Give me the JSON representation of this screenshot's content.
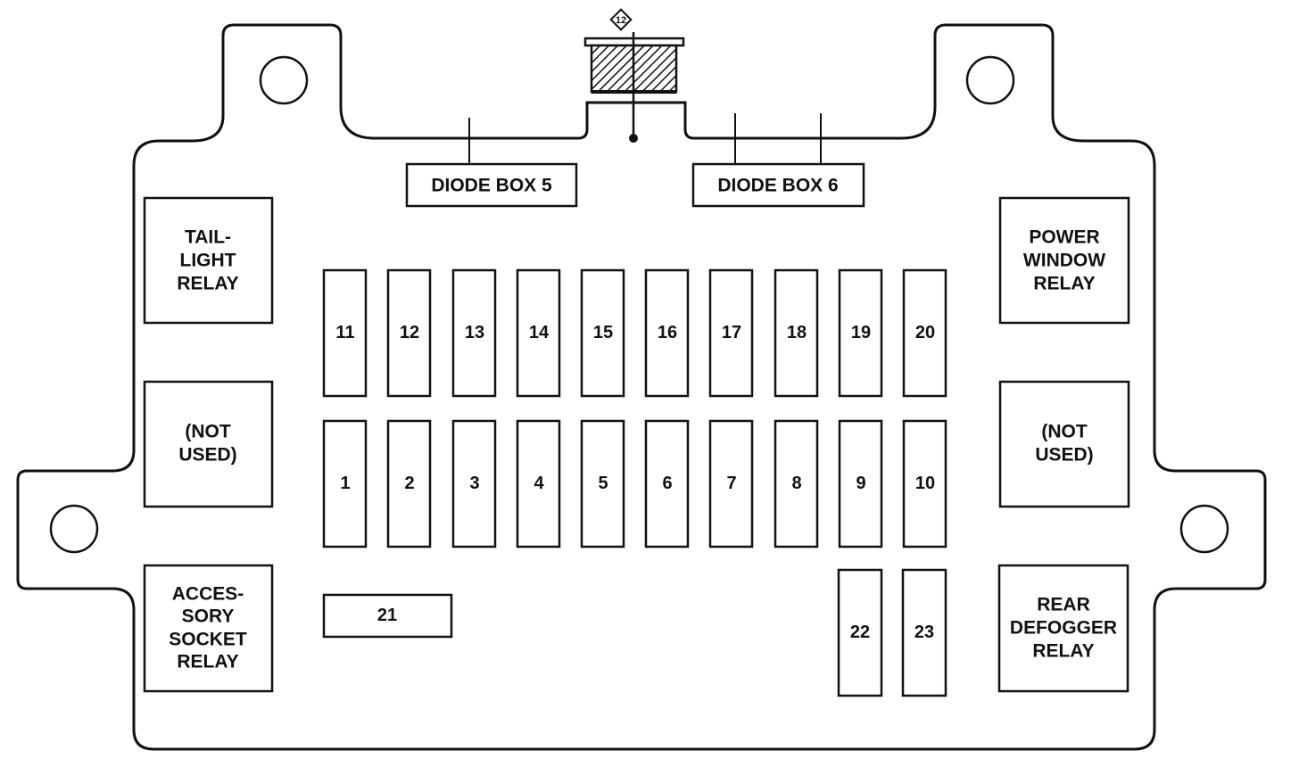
{
  "diagram": {
    "connector_label": "12",
    "diode_boxes": [
      {
        "id": "diode-box-5",
        "label": "DIODE BOX 5"
      },
      {
        "id": "diode-box-6",
        "label": "DIODE BOX 6"
      }
    ],
    "relays": {
      "taillight": [
        "TAIL-",
        "LIGHT",
        "RELAY"
      ],
      "left_not_used": [
        "(NOT",
        "USED)"
      ],
      "accessory_socket": [
        "ACCES-",
        "SORY",
        "SOCKET",
        "RELAY"
      ],
      "power_window": [
        "POWER",
        "WINDOW",
        "RELAY"
      ],
      "right_not_used": [
        "(NOT",
        "USED)"
      ],
      "rear_defogger": [
        "REAR",
        "DEFOGGER",
        "RELAY"
      ]
    },
    "fuses_top_row": [
      "11",
      "12",
      "13",
      "14",
      "15",
      "16",
      "17",
      "18",
      "19",
      "20"
    ],
    "fuses_bottom_row": [
      "1",
      "2",
      "3",
      "4",
      "5",
      "6",
      "7",
      "8",
      "9",
      "10"
    ],
    "fuse_21": "21",
    "fuse_22": "22",
    "fuse_23": "23"
  }
}
